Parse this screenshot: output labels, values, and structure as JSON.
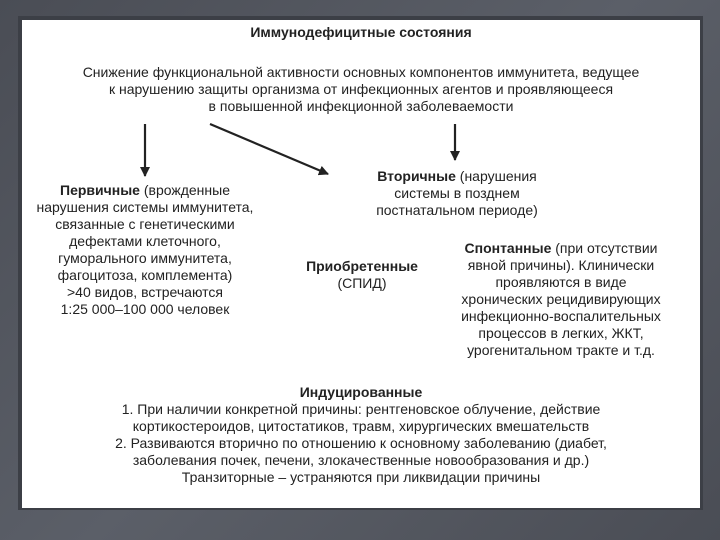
{
  "title": "Иммунодефицитные состояния",
  "intro": [
    "Снижение функциональной активности основных компонентов иммунитета, ведущее",
    "к нарушению защиты организма от инфекционных агентов и проявляющееся",
    "в повышенной инфекционной заболеваемости"
  ],
  "primary": {
    "heading": "Первичные",
    "first_line_rest": " (врожденные",
    "lines": [
      "нарушения системы иммунитета,",
      "связанные с генетическими",
      "дефектами клеточного,",
      "гуморального иммунитета,",
      "фагоцитоза, комплемента)",
      ">40 видов, встречаются",
      "1:25 000–100 000 человек"
    ]
  },
  "secondary": {
    "heading": "Вторичные",
    "first_line_rest": " (нарушения",
    "lines": [
      "системы в позднем",
      "постнатальном периоде)"
    ]
  },
  "acquired": {
    "heading": "Приобретенные",
    "sub": "(СПИД)"
  },
  "spontaneous": {
    "heading": "Спонтанные",
    "first_line_rest": " (при отсутствии",
    "lines": [
      "явной причины). Клинически",
      "проявляются в виде",
      "хронических рецидивирующих",
      "инфекционно-воспалительных",
      "процессов в легких, ЖКТ,",
      "урогенитальном тракте и т.д."
    ]
  },
  "induced": {
    "heading": "Индуцированные",
    "lines": [
      "1. При наличии конкретной причины: рентгеновское облучение, действие",
      "кортикостероидов, цитостатиков, травм, хирургических вмешательств",
      "2. Развиваются вторично по отношению к основному заболеванию (диабет,",
      "заболевания почек, печени, злокачественные новообразования и др.)",
      "Транзиторные – устраняются при ликвидации причины"
    ]
  }
}
